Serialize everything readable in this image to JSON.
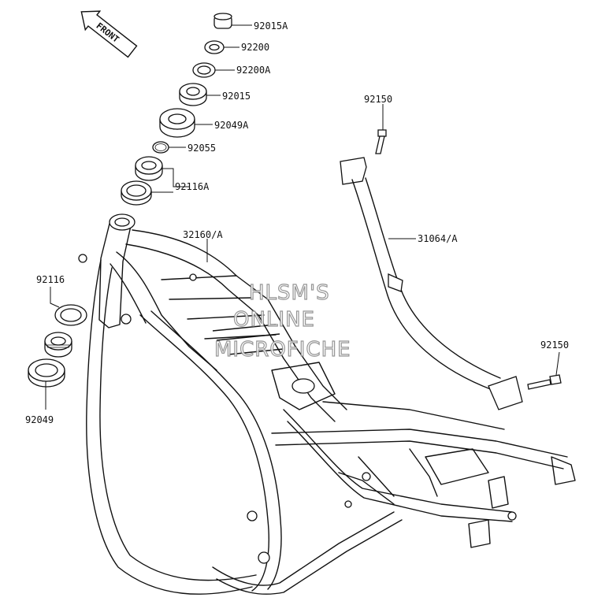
{
  "front_arrow": {
    "label": "FRONT"
  },
  "watermark": {
    "line1": "HLSM'S",
    "line2": "ONLINE",
    "line3": "MICROFICHE"
  },
  "callouts": {
    "p92015A": "92015A",
    "p92200": "92200",
    "p92200A": "92200A",
    "p92015": "92015",
    "p92049A": "92049A",
    "p92055": "92055",
    "p92116A": "92116A",
    "p32160A": "32160/A",
    "p92150_top": "92150",
    "p31064A": "31064/A",
    "p92150_right": "92150",
    "p92116": "92116",
    "p92049": "92049"
  }
}
